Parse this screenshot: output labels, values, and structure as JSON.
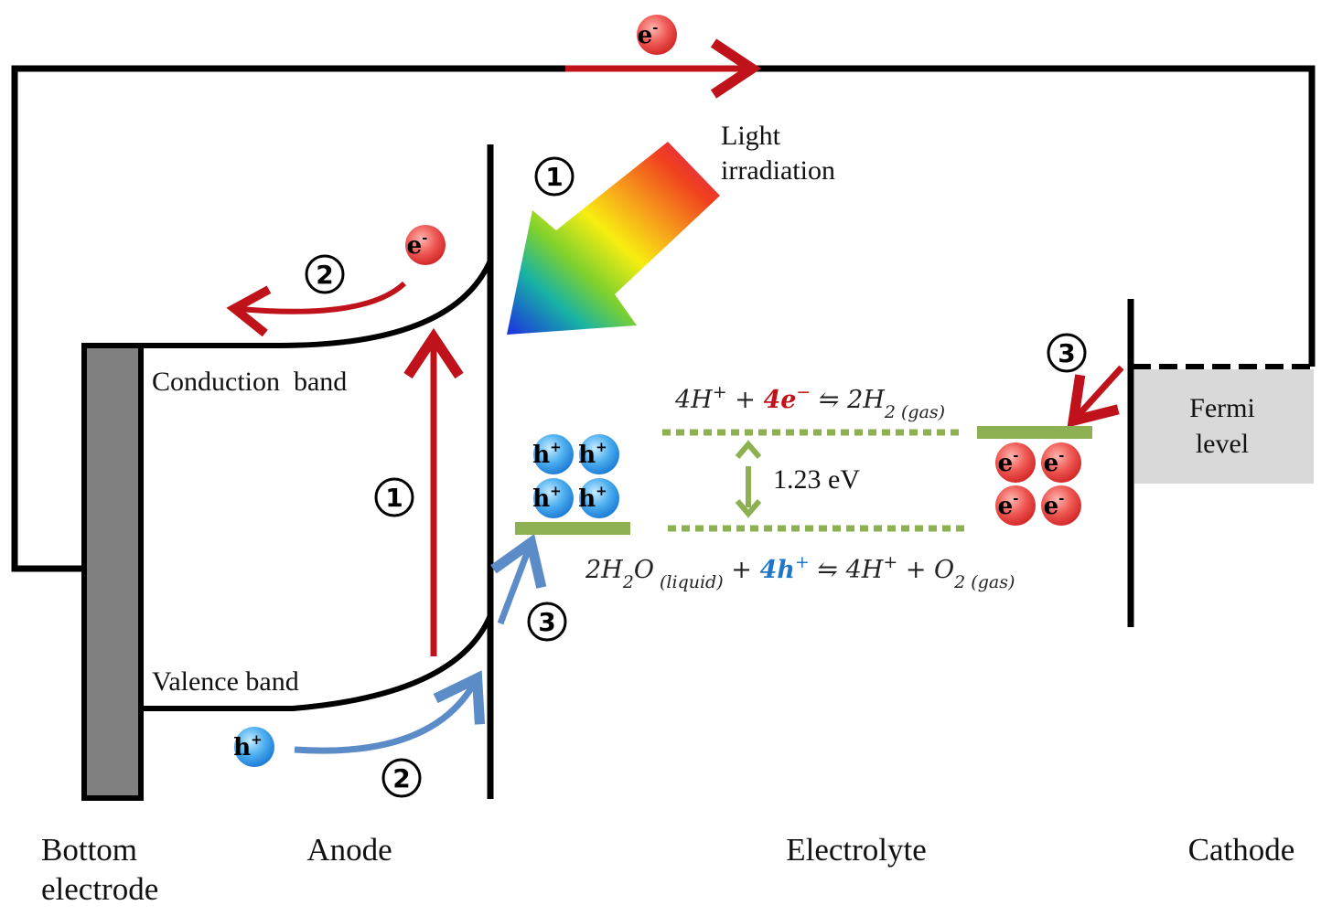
{
  "labels": {
    "bottom_electrode_1": "Bottom",
    "bottom_electrode_2": "electrode",
    "anode": "Anode",
    "electrolyte": "Electrolyte",
    "cathode": "Cathode",
    "conduction_band": "Conduction  band",
    "valence_band": "Valence band",
    "light_1": "Light",
    "light_2": "irradiation",
    "fermi_1": "Fermi",
    "fermi_2": "level",
    "gap": "1.23 eV"
  },
  "steps": {
    "one": "1",
    "two": "2",
    "three": "3"
  },
  "particles": {
    "electron": "e",
    "electron_charge": "-",
    "hole": "h",
    "hole_charge": "+"
  },
  "equations": {
    "reduction": {
      "a": "4H",
      "a_sup": "+",
      "plus": " + ",
      "b": "4e",
      "b_sup": "−",
      "arrow": " ⇋ ",
      "c": "2H",
      "c_sub": "2 (gas)"
    },
    "oxidation": {
      "a": "2H",
      "a_sub": "2",
      "a2": "O",
      "a_state": " (liquid)",
      "plus1": " + ",
      "b": "4h",
      "b_sup": "+",
      "arrow": " ⇋ ",
      "c": "4H",
      "c_sup": "+",
      "plus2": " + ",
      "d": "O",
      "d_sub": "2 (gas)"
    }
  },
  "colors": {
    "electron": "#e03030",
    "hole": "#2f8fe0",
    "electron_arrow": "#c0121a",
    "hole_arrow": "#5b8cc8",
    "level_green": "#8db052",
    "electrode_gray": "#808080",
    "fermi_fill": "#d9d9d9"
  }
}
